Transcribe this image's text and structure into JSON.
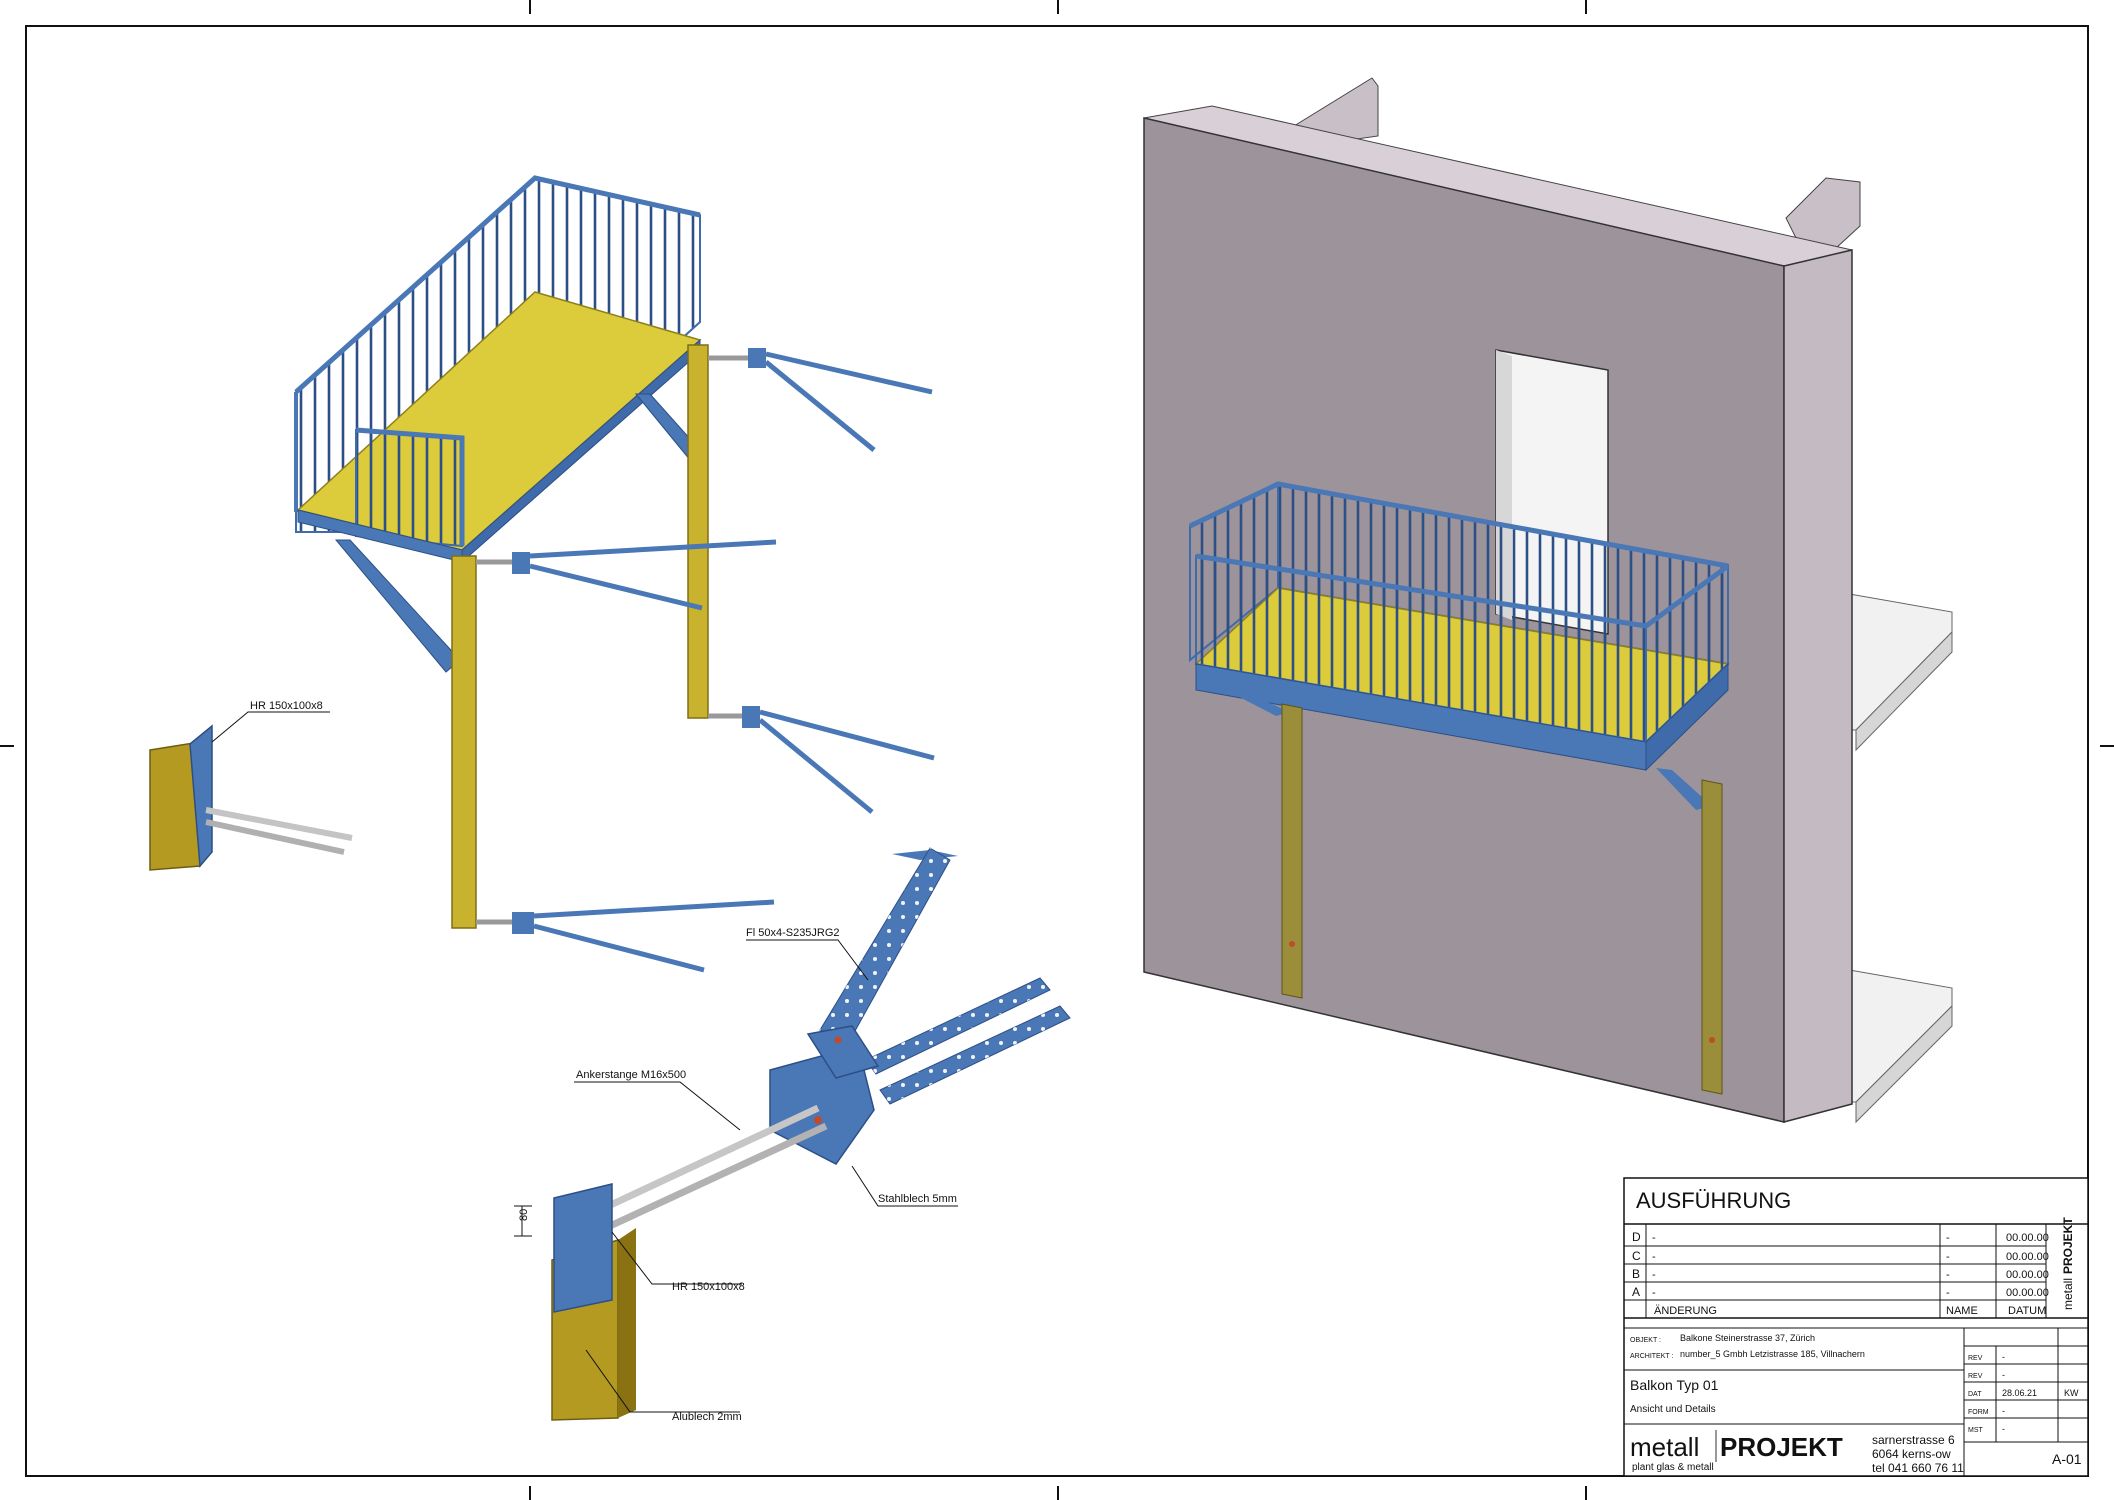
{
  "labels": {
    "hr_small": "HR 150x100x8",
    "fl": "Fl 50x4-S235JRG2",
    "anker": "Ankerstange M16x500",
    "stahlblech": "Stahlblech 5mm",
    "dim_80": "80",
    "hr_large": "HR 150x100x8",
    "alublech": "Alublech 2mm"
  },
  "title_block": {
    "heading": "AUSFÜHRUNG",
    "revisions": [
      {
        "letter": "D",
        "change": "-",
        "name": "-",
        "date": "00.00.00"
      },
      {
        "letter": "C",
        "change": "-",
        "name": "-",
        "date": "00.00.00"
      },
      {
        "letter": "B",
        "change": "-",
        "name": "-",
        "date": "00.00.00"
      },
      {
        "letter": "A",
        "change": "-",
        "name": "-",
        "date": "00.00.00"
      }
    ],
    "col_change": "ÄNDERUNG",
    "col_name": "NAME",
    "col_date": "DATUM",
    "side_brand_a": "metall",
    "side_brand_b": "PROJEKT",
    "objekt_label": "OBJEKT :",
    "objekt_value": "Balkone Steinerstrasse 37, Zürich",
    "architekt_label": "ARCHITEKT :",
    "architekt_value": "number_5 Gmbh Letzistrasse 185, Villnachern",
    "title": "Balkon Typ 01",
    "subtitle": "Ansicht und Details",
    "rev_label": "REV",
    "rev_value": "-",
    "rev2_label": "REV",
    "rev2_value": "-",
    "dat_label": "DAT",
    "dat_value": "28.06.21",
    "dat_initials": "KW",
    "form_label": "FORM",
    "form_value": "-",
    "mst_label": "MST",
    "mst_value": "-",
    "logo_a": "metall",
    "logo_b": "PROJEKT",
    "logo_tagline": "plant glas & metall",
    "address_1": "sarnerstrasse 6",
    "address_2": "6064 kerns-ow",
    "address_3": "tel 041 660 76 11",
    "sheet": "A-01"
  },
  "colors": {
    "steel_blue": "#4a77b6",
    "deck_yellow": "#dccb3a",
    "post_yellow": "#c9b22e",
    "alu_gold": "#b59a22",
    "wall": "#9d939a",
    "wall_top": "#d8d0d6",
    "accent_orange": "#e69a1a"
  }
}
